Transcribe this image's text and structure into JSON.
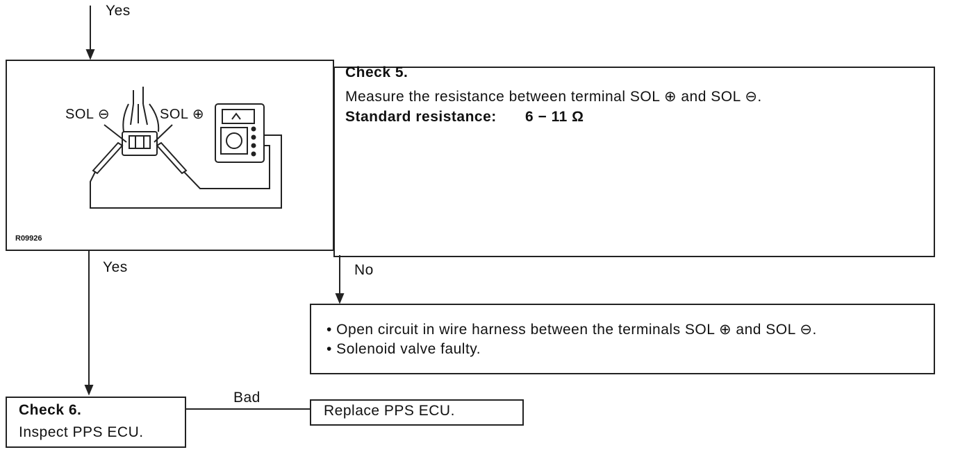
{
  "flow": {
    "yes_top": "Yes",
    "yes_mid": "Yes",
    "no_mid": "No",
    "bad": "Bad"
  },
  "check5": {
    "title": "Check 5.",
    "instruction": "Measure the resistance between terminal SOL ⊕ and SOL ⊖.",
    "standard_label": "Standard resistance:",
    "standard_value": "6 − 11 Ω"
  },
  "illustration": {
    "sol_minus": "SOL ⊖",
    "sol_plus": "SOL ⊕",
    "code": "R09926"
  },
  "no_result": {
    "bullets": [
      "• Open circuit in wire harness between the terminals SOL ⊕ and SOL ⊖.",
      "• Solenoid valve faulty."
    ]
  },
  "check6": {
    "title": "Check 6.",
    "instruction": "Inspect PPS ECU."
  },
  "replace": {
    "label": "Replace PPS ECU."
  }
}
